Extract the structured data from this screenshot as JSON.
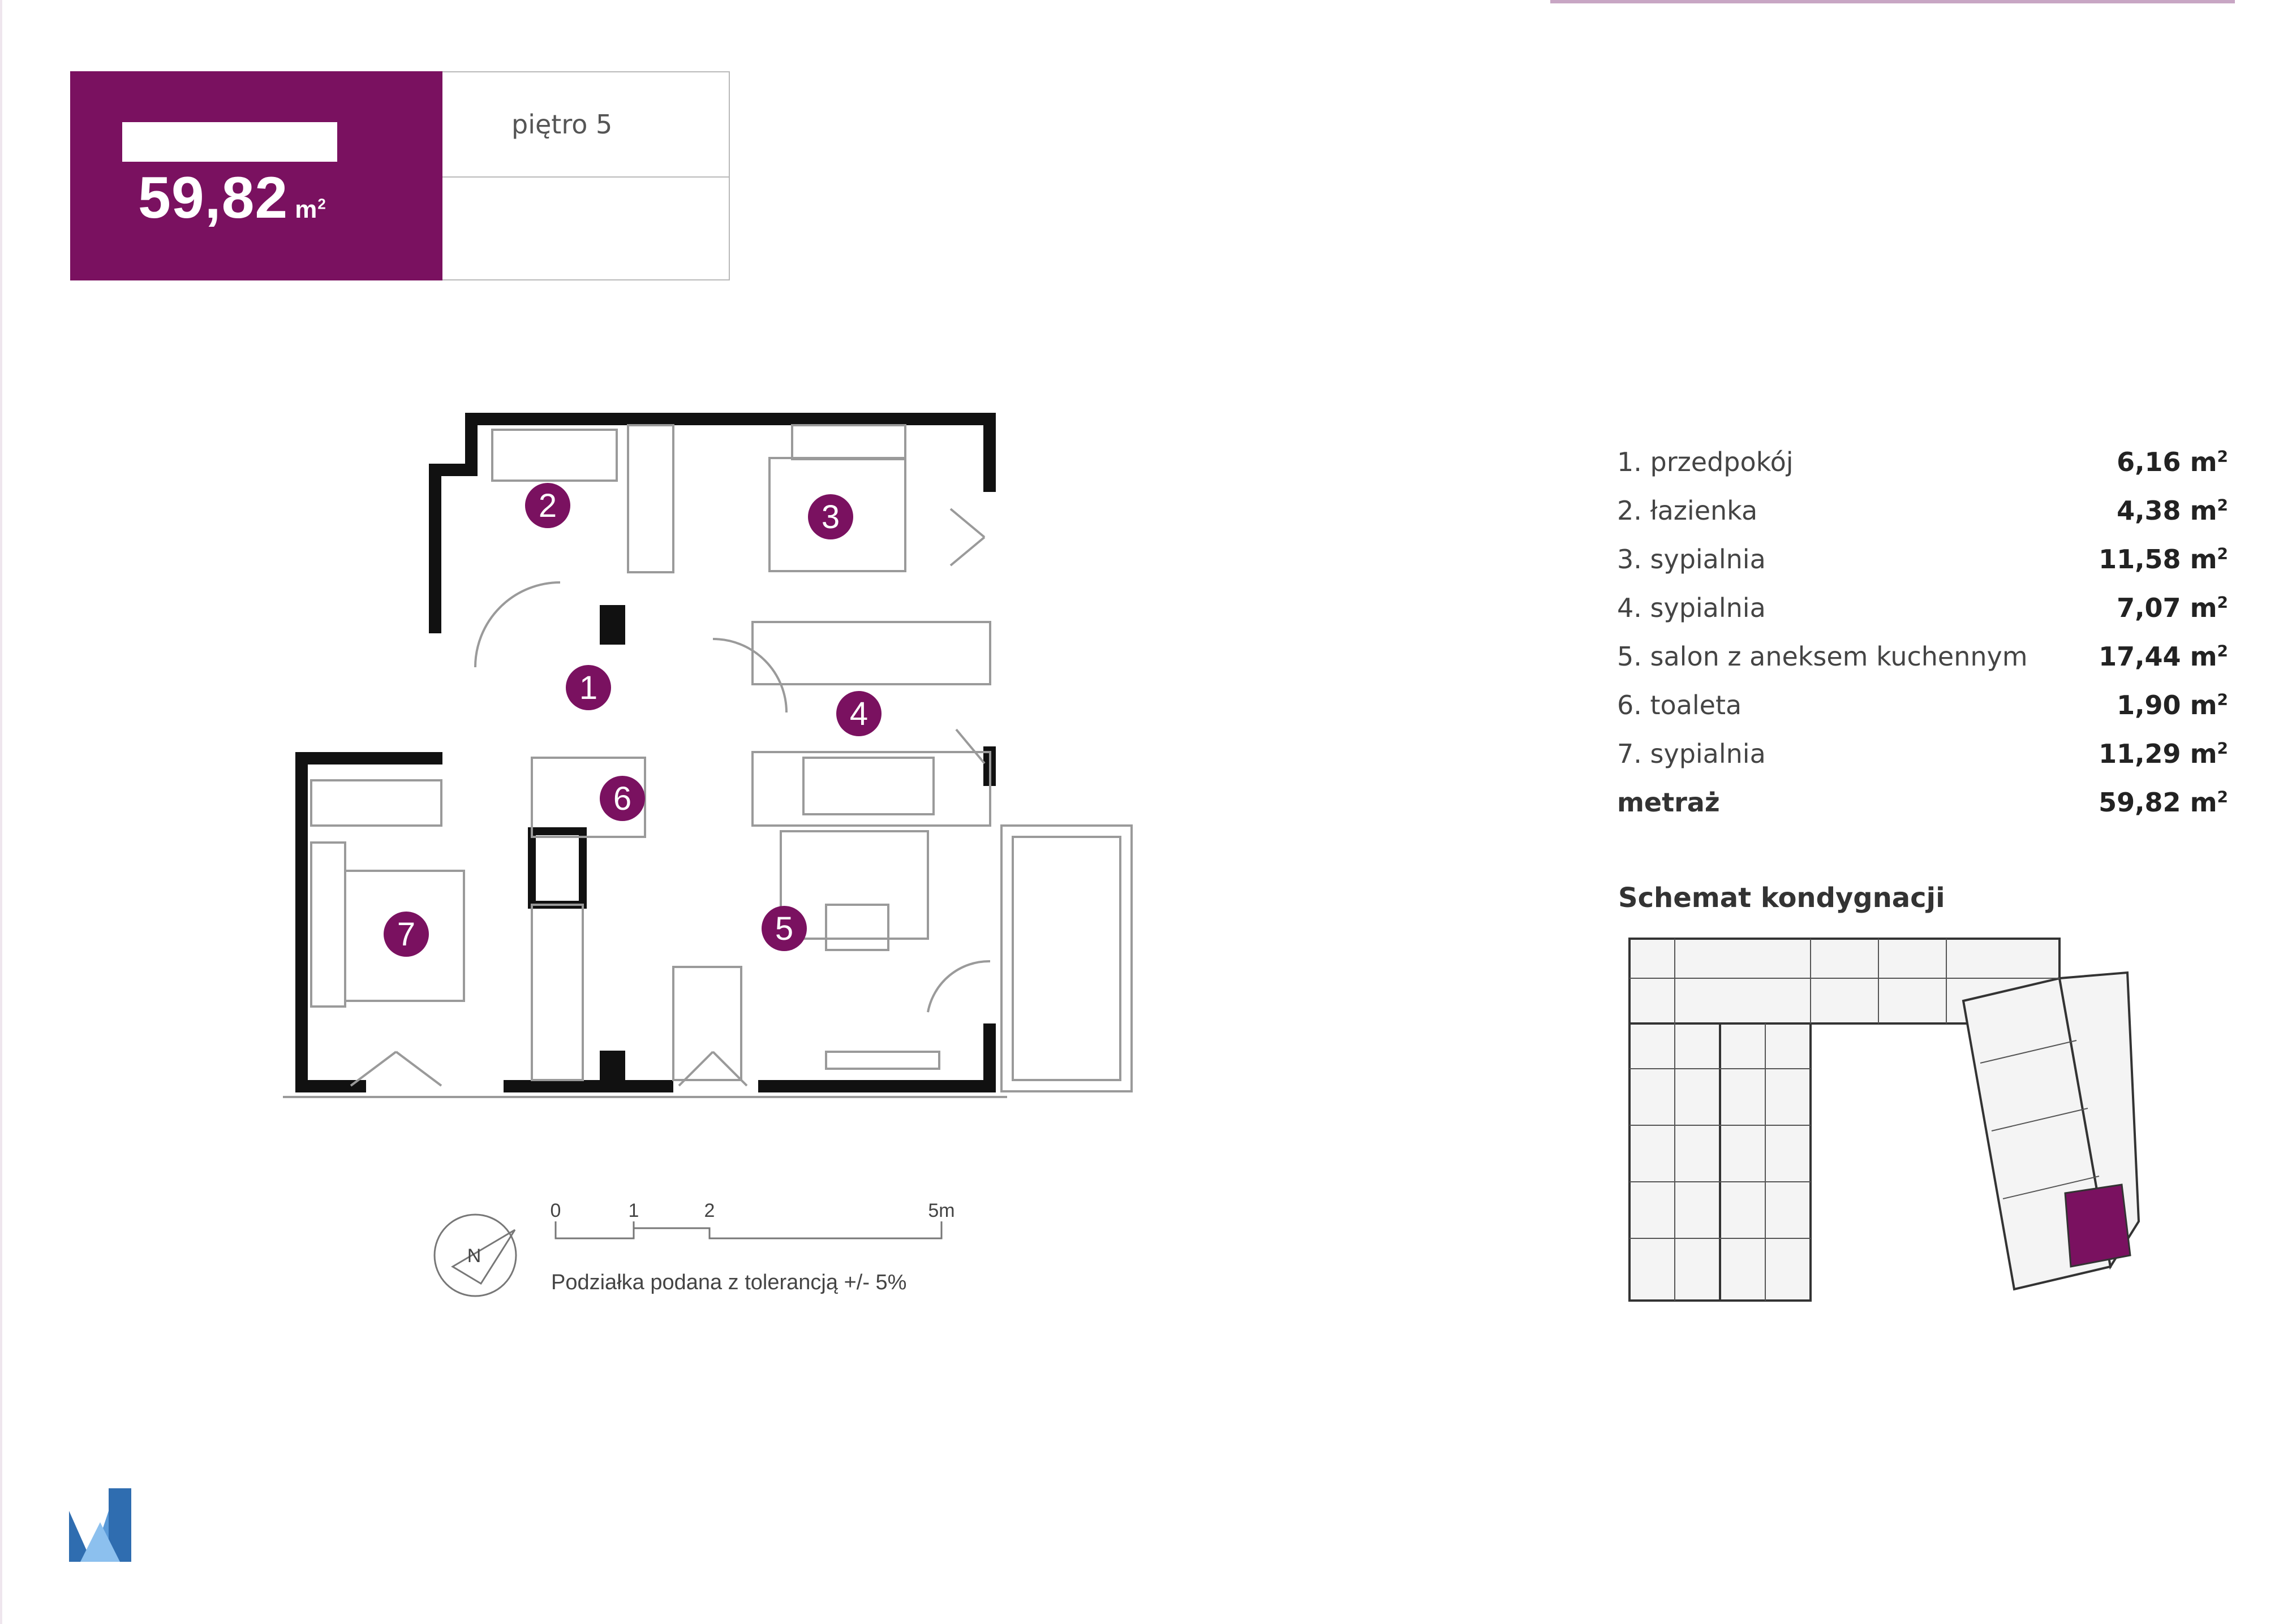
{
  "header": {
    "area_value": "59,82",
    "area_unit": "m",
    "area_unit_sup": "2",
    "floor_label": "piętro 5"
  },
  "rooms": [
    {
      "num": "1",
      "label": "1. przedpokój",
      "value": "6,16 m",
      "sup": "2"
    },
    {
      "num": "2",
      "label": "2. łazienka",
      "value": "4,38 m",
      "sup": "2"
    },
    {
      "num": "3",
      "label": "3. sypialnia",
      "value": "11,58 m",
      "sup": "2"
    },
    {
      "num": "4",
      "label": "4. sypialnia",
      "value": "7,07 m",
      "sup": "2"
    },
    {
      "num": "5",
      "label": "5. salon z aneksem kuchennym",
      "value": "17,44 m",
      "sup": "2"
    },
    {
      "num": "6",
      "label": "6. toaleta",
      "value": "1,90 m",
      "sup": "2"
    },
    {
      "num": "7",
      "label": "7. sypialnia",
      "value": "11,29 m",
      "sup": "2"
    }
  ],
  "total": {
    "label": "metraż",
    "value": "59,82 m",
    "sup": "2"
  },
  "scale": {
    "ticks": [
      "0",
      "1",
      "2",
      "5m"
    ],
    "note": "Podziałka podana z tolerancją +/- 5%",
    "compass_letter": "N"
  },
  "schema": {
    "title": "Schemat kondygnacji"
  },
  "colors": {
    "accent": "#7a1160",
    "wall": "#111111",
    "line": "#9a9a9a"
  },
  "icons": [
    "compass-icon",
    "logo-icon"
  ]
}
